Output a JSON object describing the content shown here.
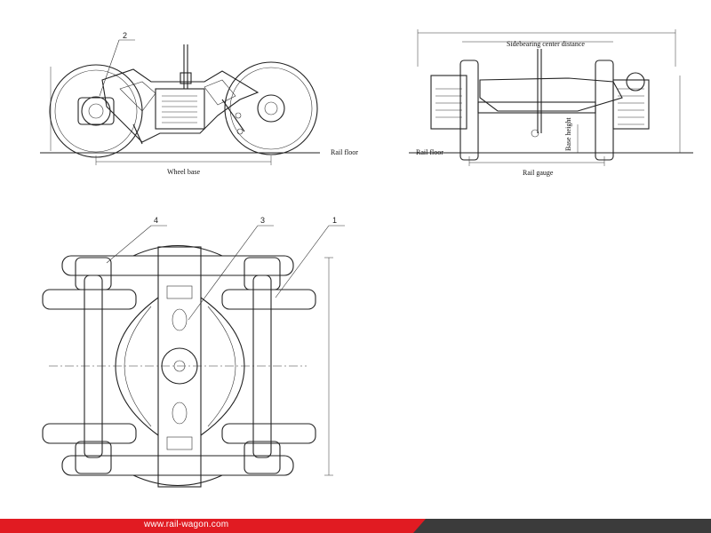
{
  "side_view": {
    "item_label": "2",
    "wheel_base_label": "Wheel base",
    "rail_floor_label": "Rail floor"
  },
  "end_view": {
    "sidebearing_label": "Sidebearing center distance",
    "rail_floor_label": "Rail floor",
    "rail_gauge_label": "Rail gauge",
    "base_height_label": "Base height"
  },
  "plan_view": {
    "item_labels": [
      "4",
      "3",
      "1"
    ]
  },
  "footer": {
    "url": "www.rail-wagon.com",
    "colors": {
      "bar": "#e11b22",
      "dark": "#3b3b3b",
      "text": "#ffffff"
    }
  }
}
